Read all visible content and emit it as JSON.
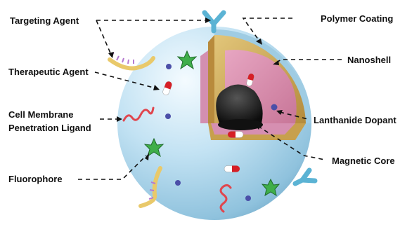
{
  "labels": {
    "targeting_agent": "Targeting Agent",
    "polymer_coating": "Polymer Coating",
    "nanoshell": "Nanoshell",
    "therapeutic_agent": "Therapeutic Agent",
    "cell_membrane_line1": "Cell Membrane",
    "cell_membrane_line2": "Penetration Ligand",
    "lanthanide_dopant": "Lanthanide Dopant",
    "fluorophore": "Fluorophore",
    "magnetic_core": "Magnetic Core"
  },
  "colors": {
    "sphere": "#bfe0f1",
    "nanoshell": "#c9a75a",
    "interior": "#d98fb0",
    "core": "#1a1a1a",
    "fluorophore": "#3fae4a",
    "targeting": "#5bb3d4"
  }
}
